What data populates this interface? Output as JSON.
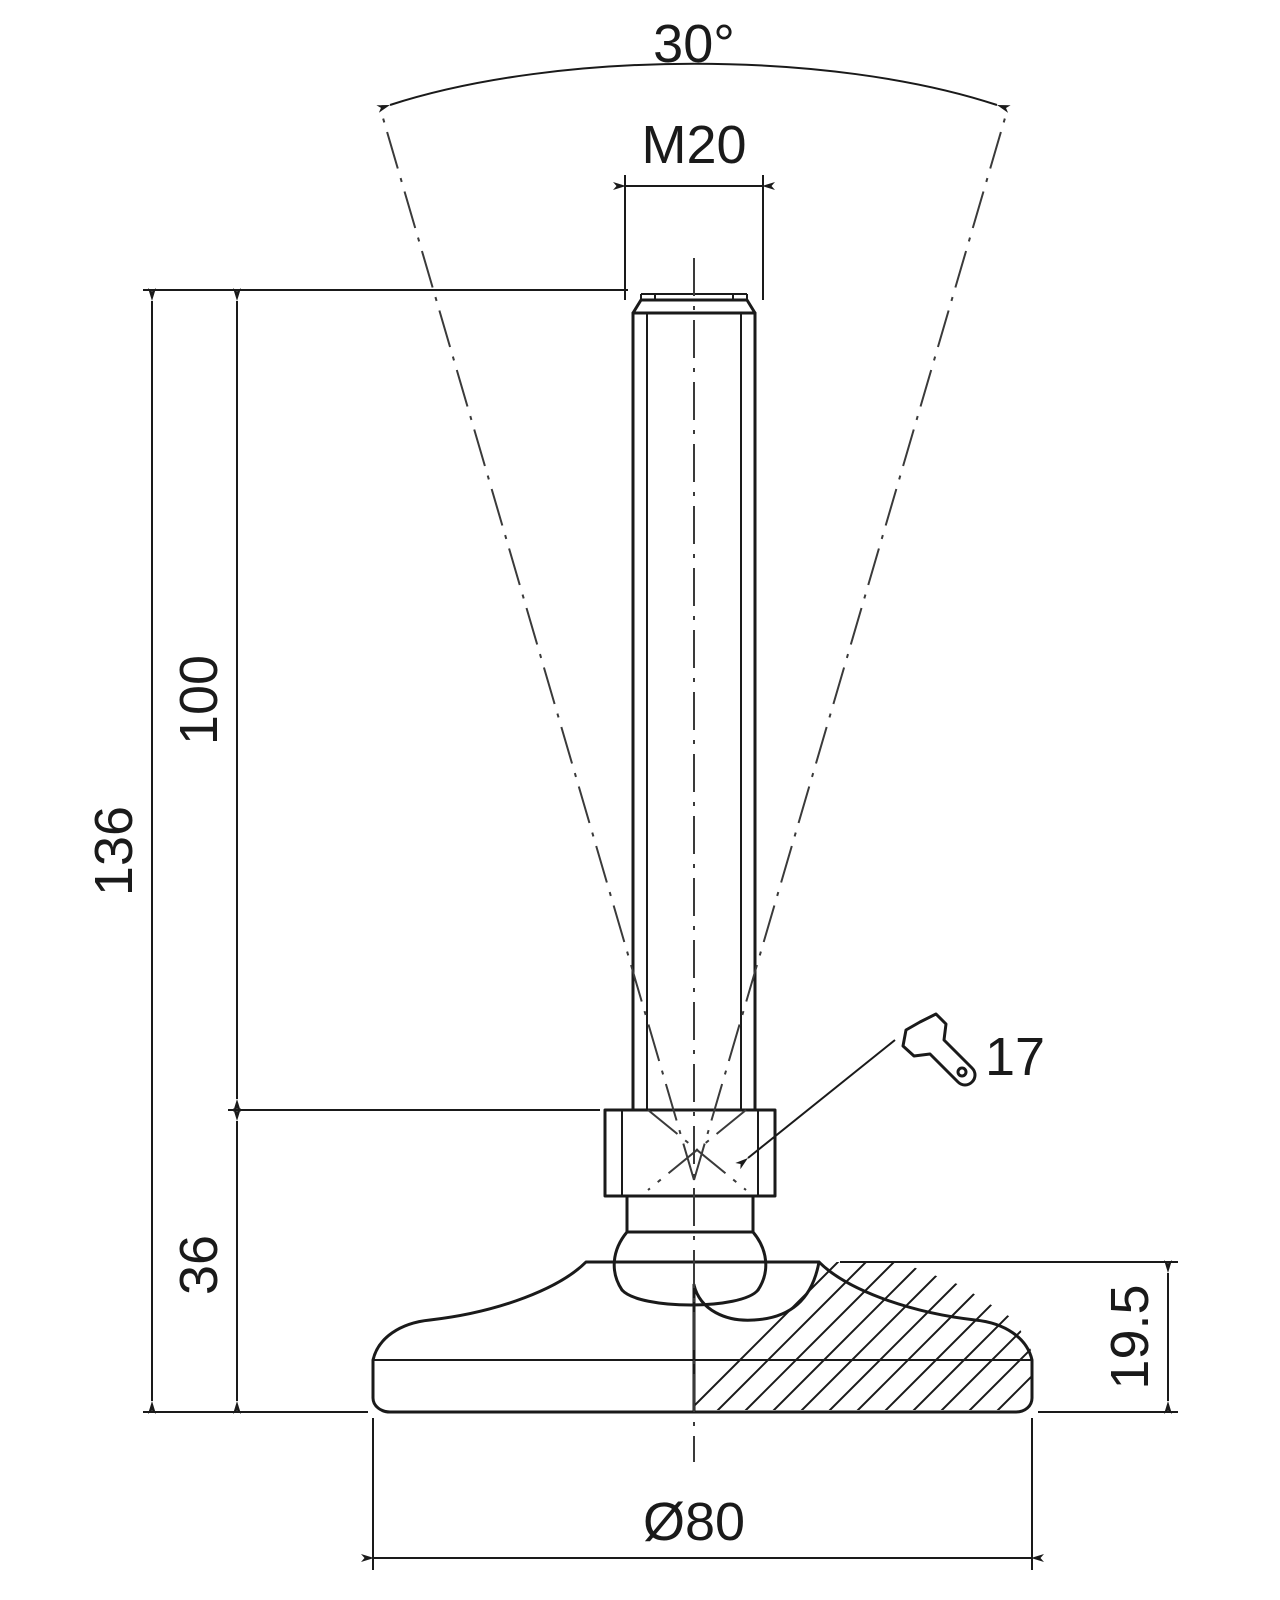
{
  "drawing": {
    "title": "Leveling foot technical drawing",
    "line_color": "#1a1a1a",
    "background": "#ffffff",
    "dimensions": {
      "tilt_angle": "30°",
      "thread": "M20",
      "total_height": "136",
      "thread_length": "100",
      "lower_height": "36",
      "base_height": "19.5",
      "base_diameter": "Ø80",
      "wrench_size": "17"
    },
    "labels": [
      {
        "name": "tilt-angle",
        "value": "30°"
      },
      {
        "name": "thread-designation",
        "value": "M20"
      },
      {
        "name": "overall-height",
        "value": "136"
      },
      {
        "name": "stud-length",
        "value": "100"
      },
      {
        "name": "base-assembly-height",
        "value": "36"
      },
      {
        "name": "base-pad-height",
        "value": "19.5"
      },
      {
        "name": "base-diameter",
        "value": "Ø80"
      },
      {
        "name": "wrench-flat-size",
        "value": "17"
      }
    ],
    "icons": [
      {
        "name": "wrench-icon",
        "meaning": "spanner size across flats"
      }
    ]
  }
}
